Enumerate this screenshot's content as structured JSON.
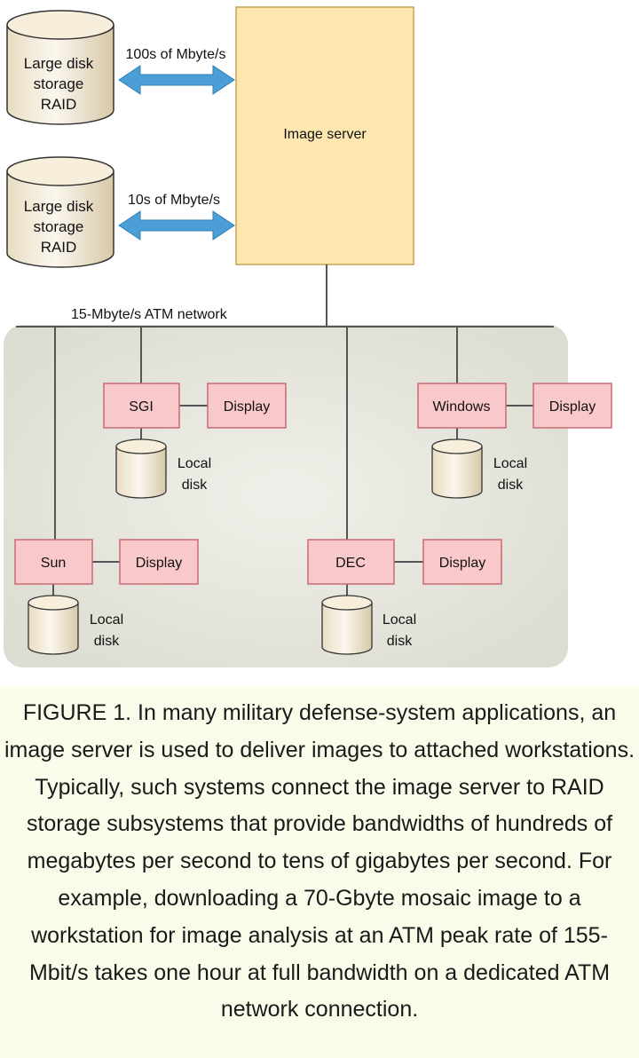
{
  "diagram": {
    "storage": [
      {
        "label_lines": [
          "Large disk",
          "storage",
          "RAID"
        ],
        "link_label": "100s of Mbyte/s"
      },
      {
        "label_lines": [
          "Large disk",
          "storage",
          "RAID"
        ],
        "link_label": "10s of Mbyte/s"
      }
    ],
    "server_label": "Image server",
    "network_label": "15-Mbyte/s ATM network",
    "workstations": [
      {
        "name": "SGI",
        "display": "Display",
        "disk_lines": [
          "Local",
          "disk"
        ]
      },
      {
        "name": "Windows",
        "display": "Display",
        "disk_lines": [
          "Local",
          "disk"
        ]
      },
      {
        "name": "Sun",
        "display": "Display",
        "disk_lines": [
          "Local",
          "disk"
        ]
      },
      {
        "name": "DEC",
        "display": "Display",
        "disk_lines": [
          "Local",
          "disk"
        ]
      }
    ]
  },
  "caption": "FIGURE 1. In many military defense-system applications, an image server is used to deliver images to attached workstations. Typically, such systems connect the image server to RAID storage subsystems that provide bandwidths of hundreds of megabytes per second to tens of gigabytes per second. For example, downloading a 70-Gbyte mosaic image to a workstation for image analysis at an ATM peak rate of 155-Mbit/s takes one hour at full bandwidth on a dedicated ATM network connection.",
  "colors": {
    "server_fill": "#fde6b0",
    "node_fill": "#f8c8cb",
    "node_border": "#c96b74",
    "arrow": "#4c9fd6",
    "panel": "#e1e1d7",
    "caption_bg": "#fbfbea"
  }
}
